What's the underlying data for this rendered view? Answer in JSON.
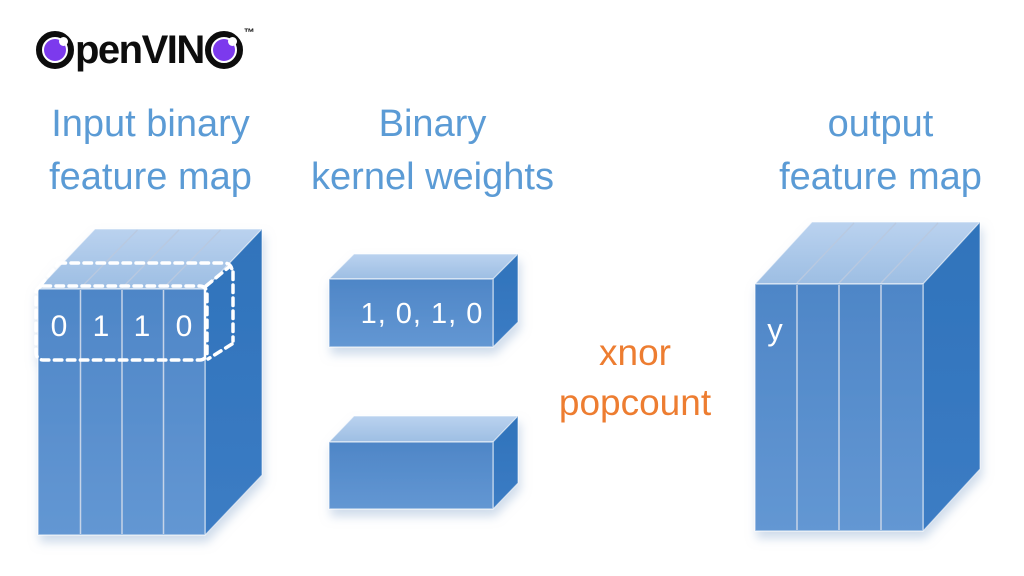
{
  "brand": {
    "name": "OpenVINO",
    "logo_middle_text": "penVIN",
    "trademark": "™"
  },
  "headings": {
    "input": {
      "line1": "Input binary",
      "line2": "feature map"
    },
    "kernel": {
      "line1": "Binary",
      "line2": "kernel weights"
    },
    "output": {
      "line1": "output",
      "line2": "feature map"
    }
  },
  "operation": {
    "line1": "xnor",
    "line2": "popcount"
  },
  "diagram": {
    "input_cube": {
      "name": "input binary feature map",
      "columns": 4,
      "values": [
        "0",
        "1",
        "1",
        "0"
      ]
    },
    "kernel_top": {
      "label": "1, 0, 1, 0"
    },
    "kernel_bottom": {
      "label": ""
    },
    "output_cube": {
      "name": "output feature map",
      "columns": 4,
      "label": "y"
    }
  },
  "colors": {
    "heading_blue": "#5B9BD5",
    "operation_orange": "#ED7D31",
    "cube_front": "#548BC9",
    "cube_top": "#ACC8E8",
    "cube_side": "#3377BE",
    "divider_line": "#BDCFE7",
    "dashed_outline": "#FFFFFF",
    "value_text": "#FFFFFF",
    "logo_black": "#0D0D0D",
    "logo_purple": "#7C3AED",
    "background": "#FFFFFF"
  }
}
